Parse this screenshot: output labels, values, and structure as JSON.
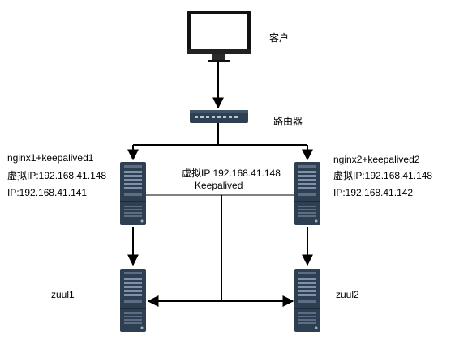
{
  "nodes": {
    "client": {
      "label": "客户",
      "icon": "monitor-icon"
    },
    "router": {
      "label": "路由器",
      "icon": "router-icon"
    },
    "nginx1": {
      "name": "nginx1+keepalived1",
      "vip": "虚拟IP:192.168.41.148",
      "ip": "IP:192.168.41.141",
      "icon": "server-icon"
    },
    "nginx2": {
      "name": "nginx2+keepalived2",
      "vip": "虚拟IP:192.168.41.148",
      "ip": "IP:192.168.41.142",
      "icon": "server-icon"
    },
    "zuul1": {
      "label": "zuul1",
      "icon": "server-icon"
    },
    "zuul2": {
      "label": "zuul2",
      "icon": "server-icon"
    }
  },
  "keepalived": {
    "vip": "虚拟IP 192.168.41.148",
    "label": "Keepalived"
  },
  "colors": {
    "server_body": "#2f3f52",
    "server_panel": "#4a5a70",
    "line": "#000000"
  }
}
